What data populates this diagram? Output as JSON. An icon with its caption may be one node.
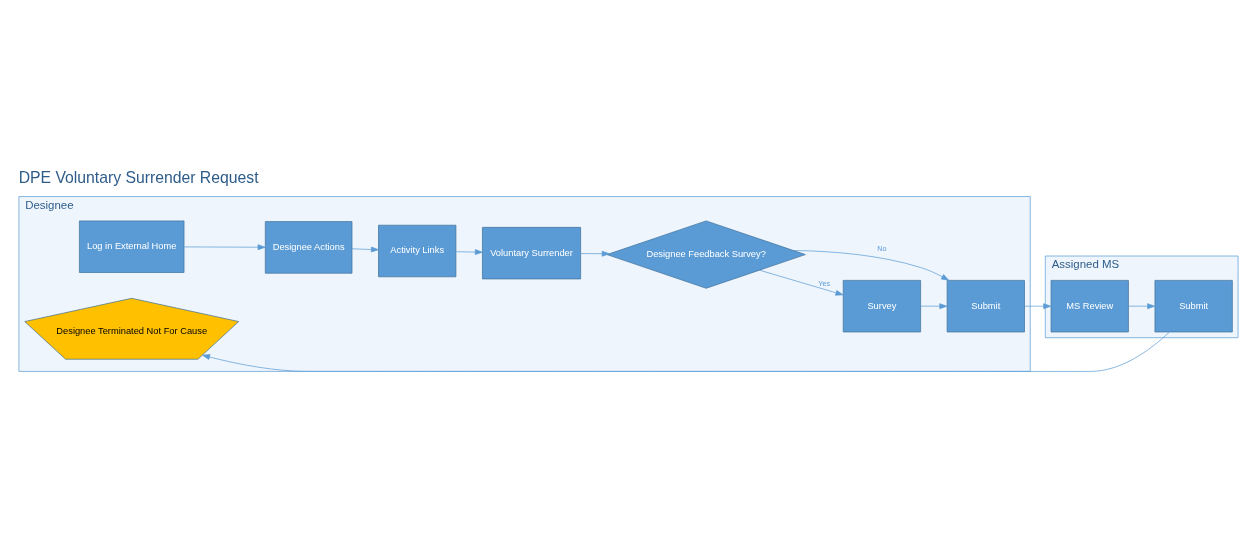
{
  "diagram": {
    "title": "DPE Voluntary Surrender Request",
    "nodes": [
      {
        "text": [
          "Designee"
        ]
      },
      {
        "text": [
          "Assigned MS"
        ]
      },
      {
        "text": [
          "Log in External Home"
        ],
        "in": 0
      },
      {
        "text": [
          "Designee Actions"
        ],
        "in": 0
      },
      {
        "text": [
          "Activity Links"
        ],
        "in": 0
      },
      {
        "text": [
          "Voluntary Surrender"
        ],
        "in": 0
      },
      {
        "text": [
          "Designee Feedback Survey?"
        ],
        "in": 0
      },
      {
        "text": [
          "Survey"
        ],
        "in": 0
      },
      {
        "text": [
          "Submit"
        ],
        "in": 0
      },
      {
        "text": [
          "Designee Terminated Not For Cause"
        ],
        "in": 0
      },
      {
        "text": [
          "MS Review"
        ],
        "in": 1
      },
      {
        "text": [
          "Submit"
        ],
        "in": 1
      }
    ],
    "edges": [
      {
        "from": 2,
        "to": 3,
        "arrow": "to"
      },
      {
        "from": 3,
        "to": 4,
        "arrow": "to"
      },
      {
        "from": 4,
        "to": 5,
        "arrow": "to"
      },
      {
        "from": 5,
        "to": 6,
        "arrow": "to"
      },
      {
        "from": 6,
        "to": 7,
        "arrow": "to",
        "label": "Yes"
      },
      {
        "from": 6,
        "to": 8,
        "arrow": "to",
        "label": "No"
      },
      {
        "from": 7,
        "to": 8,
        "arrow": "to"
      },
      {
        "from": 8,
        "to": 10,
        "arrow": "to"
      },
      {
        "from": 10,
        "to": 11,
        "arrow": "to"
      },
      {
        "from": 11,
        "to": 9,
        "arrow": "to"
      }
    ]
  }
}
